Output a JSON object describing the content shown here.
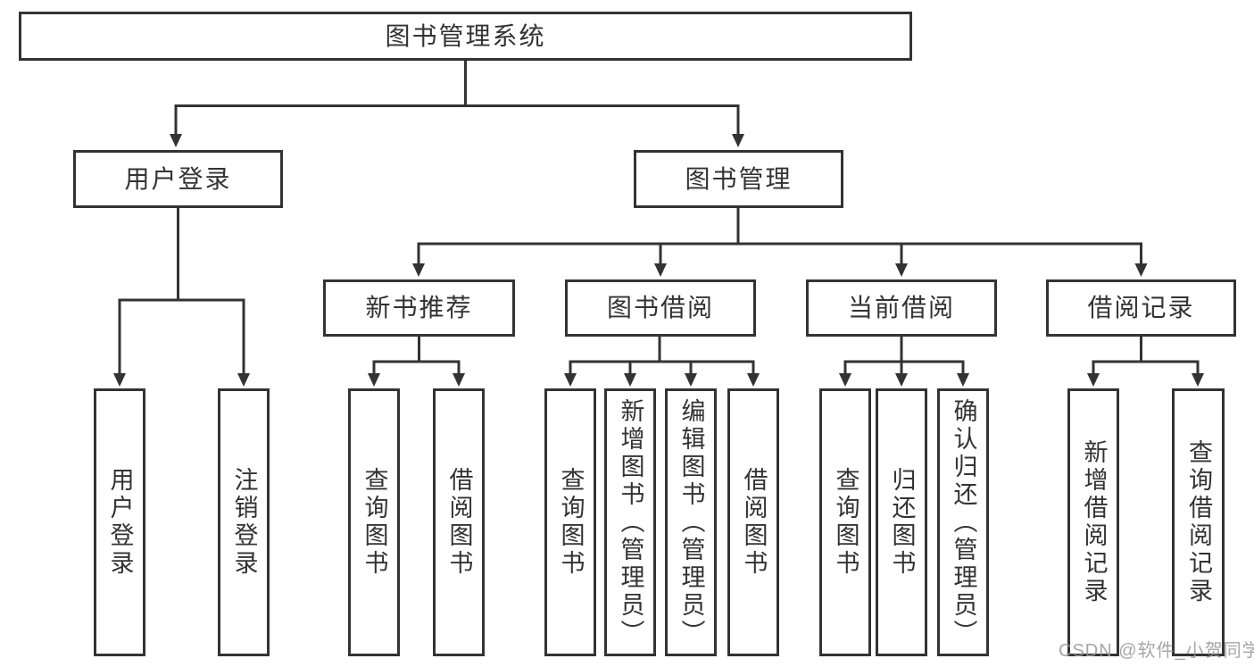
{
  "watermark": "CSDN @软件_小贺同学",
  "colors": {
    "line": "#333333",
    "text": "#333333",
    "box_background": "#ffffff",
    "watermark": "#969696"
  },
  "tree": {
    "label": "图书管理系统",
    "children": [
      {
        "label": "用户登录",
        "children": [
          {
            "label": "用户登录"
          },
          {
            "label": "注销登录"
          }
        ]
      },
      {
        "label": "图书管理",
        "children": [
          {
            "label": "新书推荐",
            "children": [
              {
                "label": "查询图书"
              },
              {
                "label": "借阅图书"
              }
            ]
          },
          {
            "label": "图书借阅",
            "children": [
              {
                "label": "查询图书"
              },
              {
                "label": "新增图书（管理员）"
              },
              {
                "label": "编辑图书（管理员）"
              },
              {
                "label": "借阅图书"
              }
            ]
          },
          {
            "label": "当前借阅",
            "children": [
              {
                "label": "查询图书"
              },
              {
                "label": "归还图书"
              },
              {
                "label": "确认归还（管理员）"
              }
            ]
          },
          {
            "label": "借阅记录",
            "children": [
              {
                "label": "新增借阅记录"
              },
              {
                "label": "查询借阅记录"
              }
            ]
          }
        ]
      }
    ]
  }
}
